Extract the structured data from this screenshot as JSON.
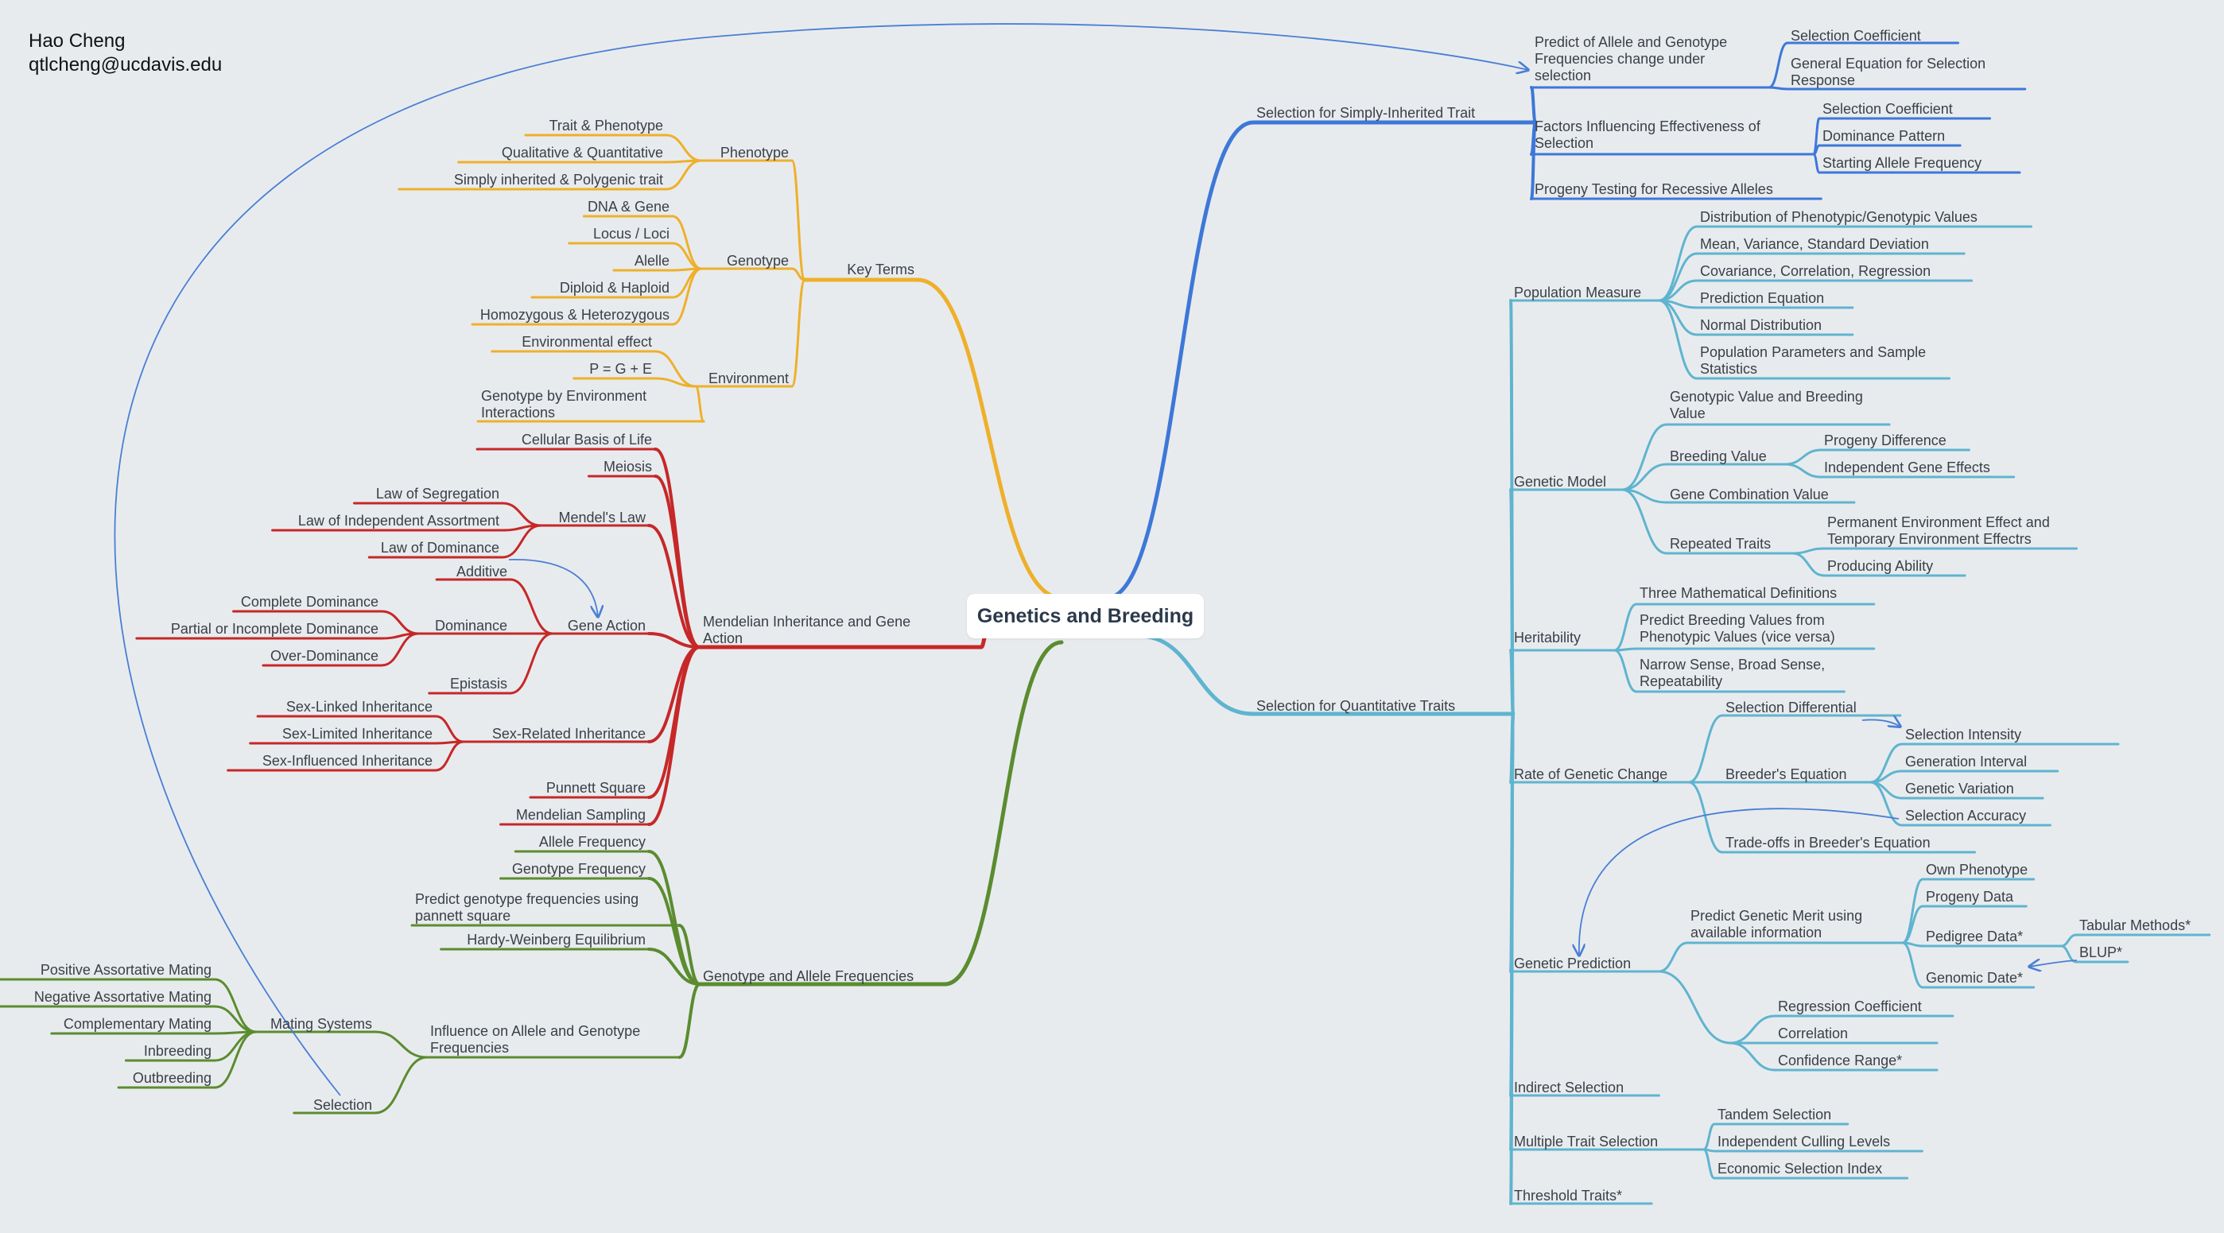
{
  "author": {
    "name": "Hao Cheng",
    "email": "qtlcheng@ucdavis.edu"
  },
  "center": "Genetics and Breeding",
  "colors": {
    "key_terms": "#eeb02b",
    "mendelian": "#c62828",
    "frequencies": "#5b8c2f",
    "simply": "#3d78d8",
    "quantitative": "#5fb4cf",
    "connector": "#4a7fd4"
  },
  "branches": {
    "key_terms": {
      "label": "Key Terms",
      "phenotype": {
        "label": "Phenotype",
        "items": [
          "Trait & Phenotype",
          "Qualitative & Quantitative",
          "Simply inherited & Polygenic trait"
        ]
      },
      "genotype": {
        "label": "Genotype",
        "items": [
          "DNA & Gene",
          "Locus / Loci",
          "Alelle",
          "Diploid & Haploid",
          "Homozygous & Heterozygous"
        ]
      },
      "environment": {
        "label": "Environment",
        "items": [
          "Environmental effect",
          "P = G + E",
          "Genotype by Environment",
          "Interactions"
        ]
      }
    },
    "mendelian": {
      "label": [
        "Mendelian Inheritance and Gene",
        "Action"
      ],
      "cellular": "Cellular Basis of Life",
      "meiosis": "Meiosis",
      "mendels_law": {
        "label": "Mendel's Law",
        "items": [
          "Law of Segregation",
          "Law of Independent Assortment",
          "Law of Dominance"
        ]
      },
      "gene_action": {
        "label": "Gene Action",
        "additive": "Additive",
        "epistasis": "Epistasis",
        "dominance": {
          "label": "Dominance",
          "items": [
            "Complete Dominance",
            "Partial or Incomplete Dominance",
            "Over-Dominance"
          ]
        }
      },
      "sex_related": {
        "label": "Sex-Related Inheritance",
        "items": [
          "Sex-Linked Inheritance",
          "Sex-Limited Inheritance",
          "Sex-Influenced Inheritance"
        ]
      },
      "punnett": "Punnett Square",
      "sampling": "Mendelian Sampling"
    },
    "frequencies": {
      "label": "Genotype and Allele Frequencies",
      "items": [
        "Allele Frequency",
        "Genotype Frequency",
        "Predict genotype frequencies using",
        "pannett square",
        "Hardy-Weinberg Equilibrium"
      ],
      "influence": {
        "label": [
          "Influence on Allele and Genotype",
          "Frequencies"
        ],
        "mating": {
          "label": "Mating Systems",
          "items": [
            "Positive Assortative Mating",
            "Negative Assortative Mating",
            "Complementary Mating",
            "Inbreeding",
            "Outbreeding"
          ]
        },
        "selection": "Selection"
      }
    },
    "simply": {
      "label": "Selection for Simply-Inherited Trait",
      "predict": {
        "label": [
          "Predict of Allele and Genotype",
          "Frequencies change under",
          "selection"
        ],
        "items": [
          "Selection Coefficient",
          "General Equation for Selection",
          "Response"
        ]
      },
      "factors": {
        "label": [
          "Factors Influencing Effectiveness of",
          "Selection"
        ],
        "items": [
          "Selection Coefficient",
          "Dominance Pattern",
          "Starting Allele Frequency"
        ]
      },
      "progeny": "Progeny Testing for Recessive Alleles"
    },
    "quantitative": {
      "label": "Selection for Quantitative Traits",
      "population": {
        "label": "Population Measure",
        "items": [
          "Distribution of Phenotypic/Genotypic Values",
          "Mean, Variance, Standard Deviation",
          "Covariance, Correlation, Regression",
          "Prediction Equation",
          "Normal Distribution",
          "Population Parameters and Sample",
          "Statistics"
        ]
      },
      "genetic_model": {
        "label": "Genetic Model",
        "genotypic_value": [
          "Genotypic Value and Breeding",
          "Value"
        ],
        "breeding_value": {
          "label": "Breeding Value",
          "items": [
            "Progeny Difference",
            "Independent Gene Effects"
          ]
        },
        "gene_combination": "Gene Combination Value",
        "repeated": {
          "label": "Repeated Traits",
          "items": [
            "Permanent Environment Effect and",
            "Temporary Environment Effectrs",
            "Producing Ability"
          ]
        }
      },
      "heritability": {
        "label": "Heritability",
        "items": [
          "Three Mathematical Definitions",
          "Predict Breeding Values from",
          "Phenotypic Values (vice versa)",
          "Narrow Sense, Broad Sense,",
          "Repeatability"
        ]
      },
      "rate": {
        "label": "Rate of Genetic Change",
        "differential": "Selection Differential",
        "breeders": {
          "label": "Breeder's Equation",
          "items": [
            "Selection Intensity",
            "Generation Interval",
            "Genetic Variation",
            "Selection Accuracy"
          ]
        },
        "tradeoffs": "Trade-offs in Breeder's Equation"
      },
      "prediction": {
        "label": "Genetic Prediction",
        "merit": {
          "label": [
            "Predict Genetic Merit using",
            "available information"
          ],
          "items": [
            "Own Phenotype",
            "Progeny Data",
            "Pedigree Data*",
            "Genomic Date*"
          ],
          "pedigree_items": [
            "Tabular Methods*",
            "BLUP*"
          ]
        },
        "stats": [
          "Regression Coefficient",
          "Correlation",
          "Confidence Range*"
        ]
      },
      "indirect": "Indirect Selection",
      "multiple": {
        "label": "Multiple Trait Selection",
        "items": [
          "Tandem Selection",
          "Independent Culling Levels",
          "Economic Selection Index"
        ]
      },
      "threshold": "Threshold Traits*"
    }
  }
}
